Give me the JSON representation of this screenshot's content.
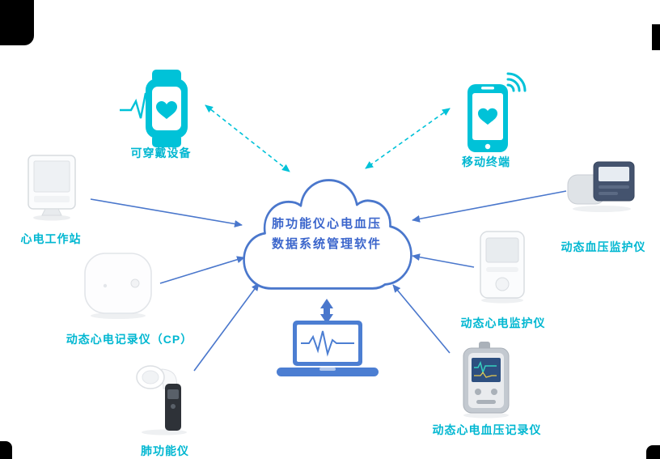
{
  "cloud": {
    "line1": "肺功能仪心电血压",
    "line2": "数据系统管理软件"
  },
  "nodes": {
    "wearable": {
      "label": "可穿戴设备"
    },
    "mobile_terminal": {
      "label": "移动终端"
    },
    "ecg_workstation": {
      "label": "心电工作站"
    },
    "holter_recorder_cp": {
      "label": "动态心电记录仪（CP）"
    },
    "spirometer": {
      "label": "肺功能仪"
    },
    "abp_monitor": {
      "label": "动态血压监护仪"
    },
    "holter_monitor": {
      "label": "动态心电监护仪"
    },
    "ecg_bp_recorder": {
      "label": "动态心电血压记录仪"
    }
  },
  "colors": {
    "accent_teal": "#00c2d8",
    "accent_blue": "#4a77cc",
    "cloud_text_blue": "#3c66cc",
    "label_teal": "#00b7d1"
  }
}
